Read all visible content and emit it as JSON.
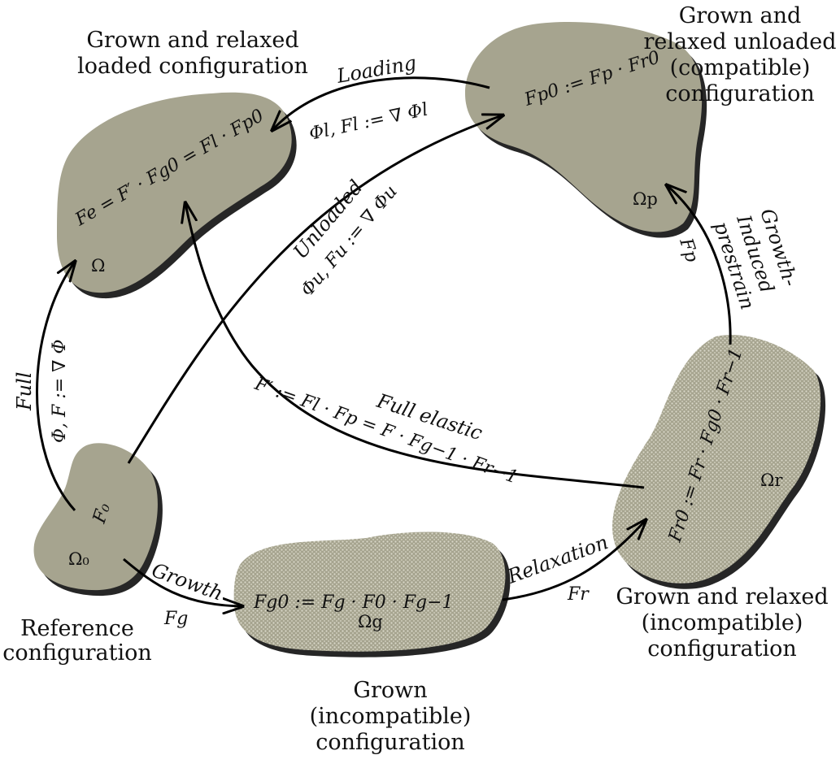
{
  "colors": {
    "blob_fill": "#a6a48f",
    "blob_shadow": "#262626",
    "dot_pattern": "#d9d8c9",
    "ink": "#111111"
  },
  "configs": {
    "reference": {
      "label_lines": [
        "Reference",
        "configuration"
      ],
      "omega": "Ω₀",
      "tensor": "F₀",
      "texture": "solid"
    },
    "grown": {
      "label_lines": [
        "Grown",
        "(incompatible)",
        "configuration"
      ],
      "omega": "Ωg",
      "formula": "Fg0 := Fg · F0 · Fg−1",
      "texture": "dotted"
    },
    "relaxed": {
      "label_lines": [
        "Grown and relaxed",
        "(incompatible)",
        "configuration"
      ],
      "omega": "Ωr",
      "formula": "Fr0 := Fr · Fg0 · Fr−1",
      "texture": "dotted"
    },
    "unloaded": {
      "label_lines": [
        "Grown and",
        "relaxed unloaded",
        "(compatible)",
        "configuration"
      ],
      "omega": "Ωp",
      "formula": "Fp0 := Fp · Fr0",
      "texture": "solid"
    },
    "loaded": {
      "label_lines": [
        "Grown and relaxed",
        "loaded configuration"
      ],
      "omega": "Ω",
      "formula": "Fe = F′ · Fg0 = Fl · Fp0",
      "texture": "solid"
    }
  },
  "maps": {
    "full": {
      "name": "Full",
      "tensor": "Φ, F := ∇ Φ"
    },
    "growth": {
      "name": "Growth",
      "tensor": "Fg"
    },
    "relaxation": {
      "name": "Relaxation",
      "tensor": "Fr"
    },
    "prestrain": {
      "name_lines": [
        "Growth-",
        "Induced",
        "prestrain"
      ],
      "tensor": "Fp"
    },
    "loading": {
      "name": "Loading",
      "tensor": "Φl, Fl := ∇ Φl"
    },
    "unloaded": {
      "name": "Unloaded",
      "tensor": "Φu, Fu := ∇ Φu"
    },
    "full_elastic": {
      "name": "Full elastic",
      "tensor": "F′ := Fl · Fp = F · Fg−1 · Fr−1"
    }
  }
}
